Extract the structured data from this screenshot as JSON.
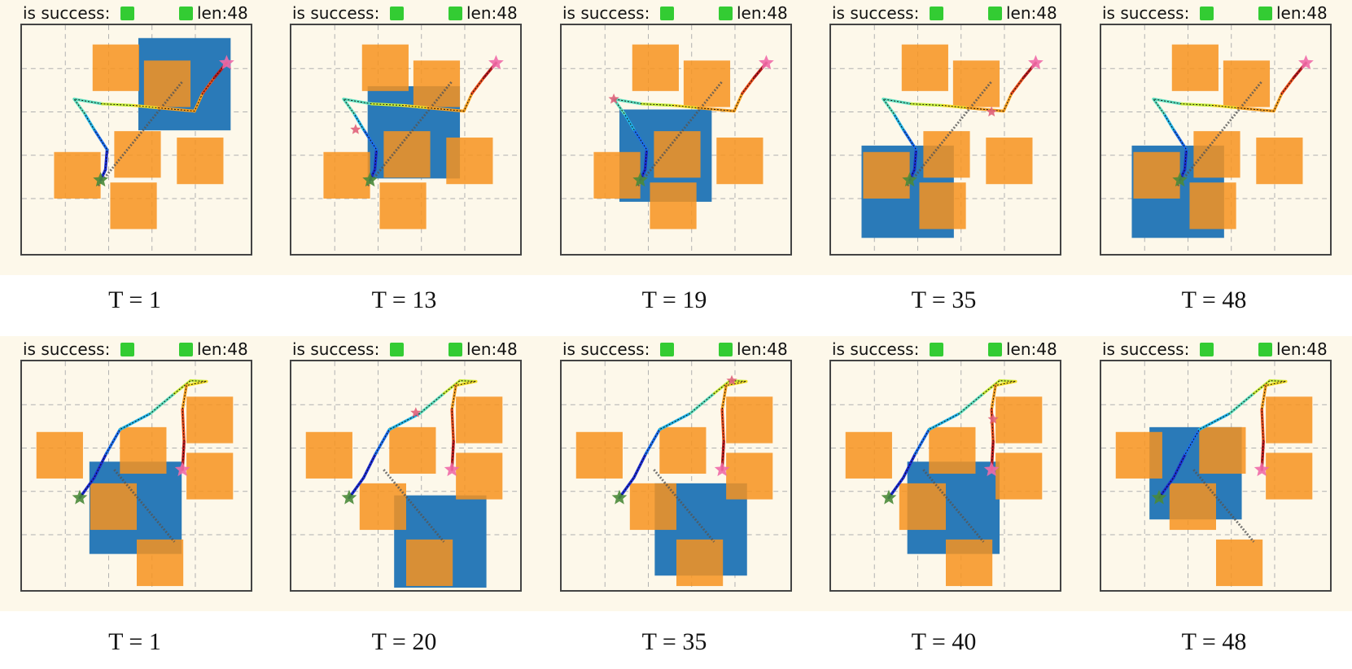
{
  "rows": [
    {
      "panels": [
        {
          "status_label": "is success:",
          "len_label": "len:48",
          "caption": "T = 1"
        },
        {
          "status_label": "is success:",
          "len_label": "len:48",
          "caption": "T = 13"
        },
        {
          "status_label": "is success:",
          "len_label": "len:48",
          "caption": "T = 19"
        },
        {
          "status_label": "is success:",
          "len_label": "len:48",
          "caption": "T = 35"
        },
        {
          "status_label": "is success:",
          "len_label": "len:48",
          "caption": "T = 48"
        }
      ]
    },
    {
      "panels": [
        {
          "status_label": "is success:",
          "len_label": "len:48",
          "caption": "T = 1"
        },
        {
          "status_label": "is success:",
          "len_label": "len:48",
          "caption": "T = 20"
        },
        {
          "status_label": "is success:",
          "len_label": "len:48",
          "caption": "T = 35"
        },
        {
          "status_label": "is success:",
          "len_label": "len:48",
          "caption": "T = 40"
        },
        {
          "status_label": "is success:",
          "len_label": "len:48",
          "caption": "T = 48"
        }
      ]
    }
  ],
  "colors": {
    "obstacle": "#f7931e",
    "agent_block": "#2a7ab8",
    "success_square": "#33cc33",
    "goal_star": "#f06aa8",
    "start_star": "#4a8a3a"
  }
}
